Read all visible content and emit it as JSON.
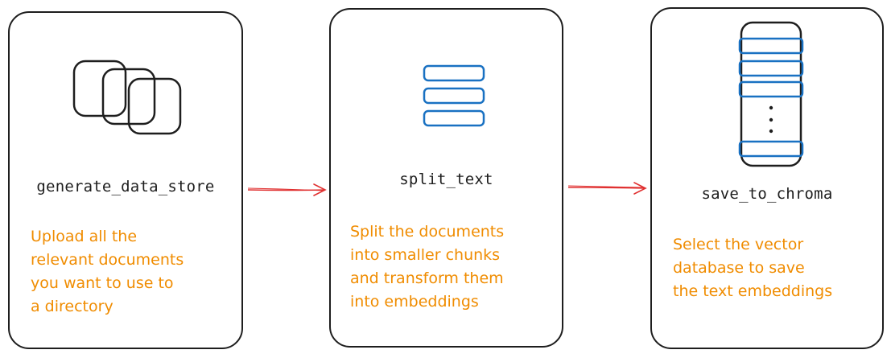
{
  "steps": [
    {
      "title": "generate_data_store",
      "description": "Upload all the\nrelevant documents\nyou want to use to\na directory",
      "icon": "documents-icon"
    },
    {
      "title": "split_text",
      "description": "Split the documents\ninto smaller chunks\nand transform them\ninto embeddings",
      "icon": "text-chunks-icon"
    },
    {
      "title": "save_to_chroma",
      "description": "Select the vector\ndatabase to save\nthe text embeddings",
      "icon": "vector-database-icon"
    }
  ],
  "colors": {
    "stroke": "#1e1e1e",
    "accent_blue": "#1971c2",
    "description_orange": "#f08c00",
    "arrow_red": "#e03131"
  }
}
